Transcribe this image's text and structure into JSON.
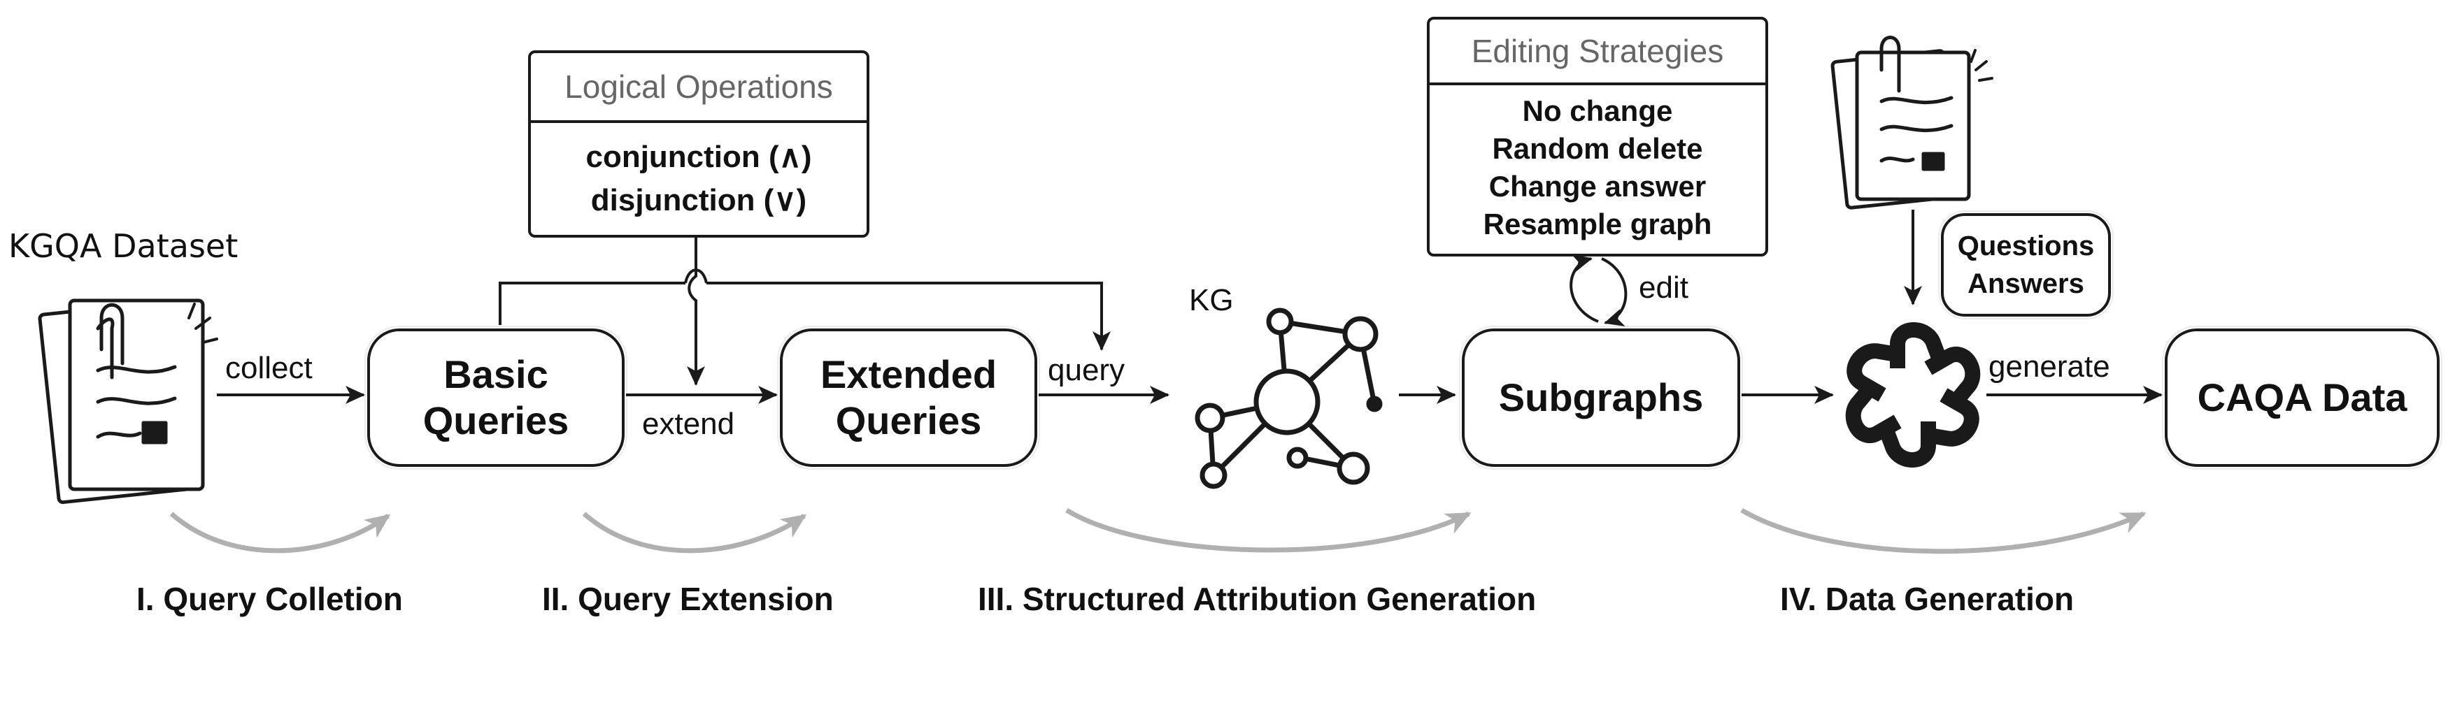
{
  "dataset_label": "KGQA Dataset",
  "edges": {
    "collect": "collect",
    "extend": "extend",
    "query": "query",
    "edit": "edit",
    "generate": "generate"
  },
  "nodes": {
    "basic_queries": "Basic\nQueries",
    "extended_queries": "Extended\nQueries",
    "kg": "KG",
    "subgraphs": "Subgraphs",
    "caqa_data": "CAQA Data",
    "questions_answers": "Questions\nAnswers"
  },
  "logical_operations": {
    "title": "Logical Operations",
    "items": [
      "conjunction (∧)",
      "disjunction (∨)"
    ]
  },
  "editing_strategies": {
    "title": "Editing Strategies",
    "items": [
      "No change",
      "Random delete",
      "Change answer",
      "Resample graph"
    ]
  },
  "stages": [
    "I. Query Colletion",
    "II. Query Extension",
    "III. Structured Attribution Generation",
    "IV. Data Generation"
  ],
  "colors": {
    "stroke": "#1a1a1a",
    "stage_arc": "#b0b0b0",
    "panel_title": "#666666"
  },
  "icons": [
    "document-stack-icon",
    "knowledge-graph-icon",
    "openai-logo-icon"
  ]
}
